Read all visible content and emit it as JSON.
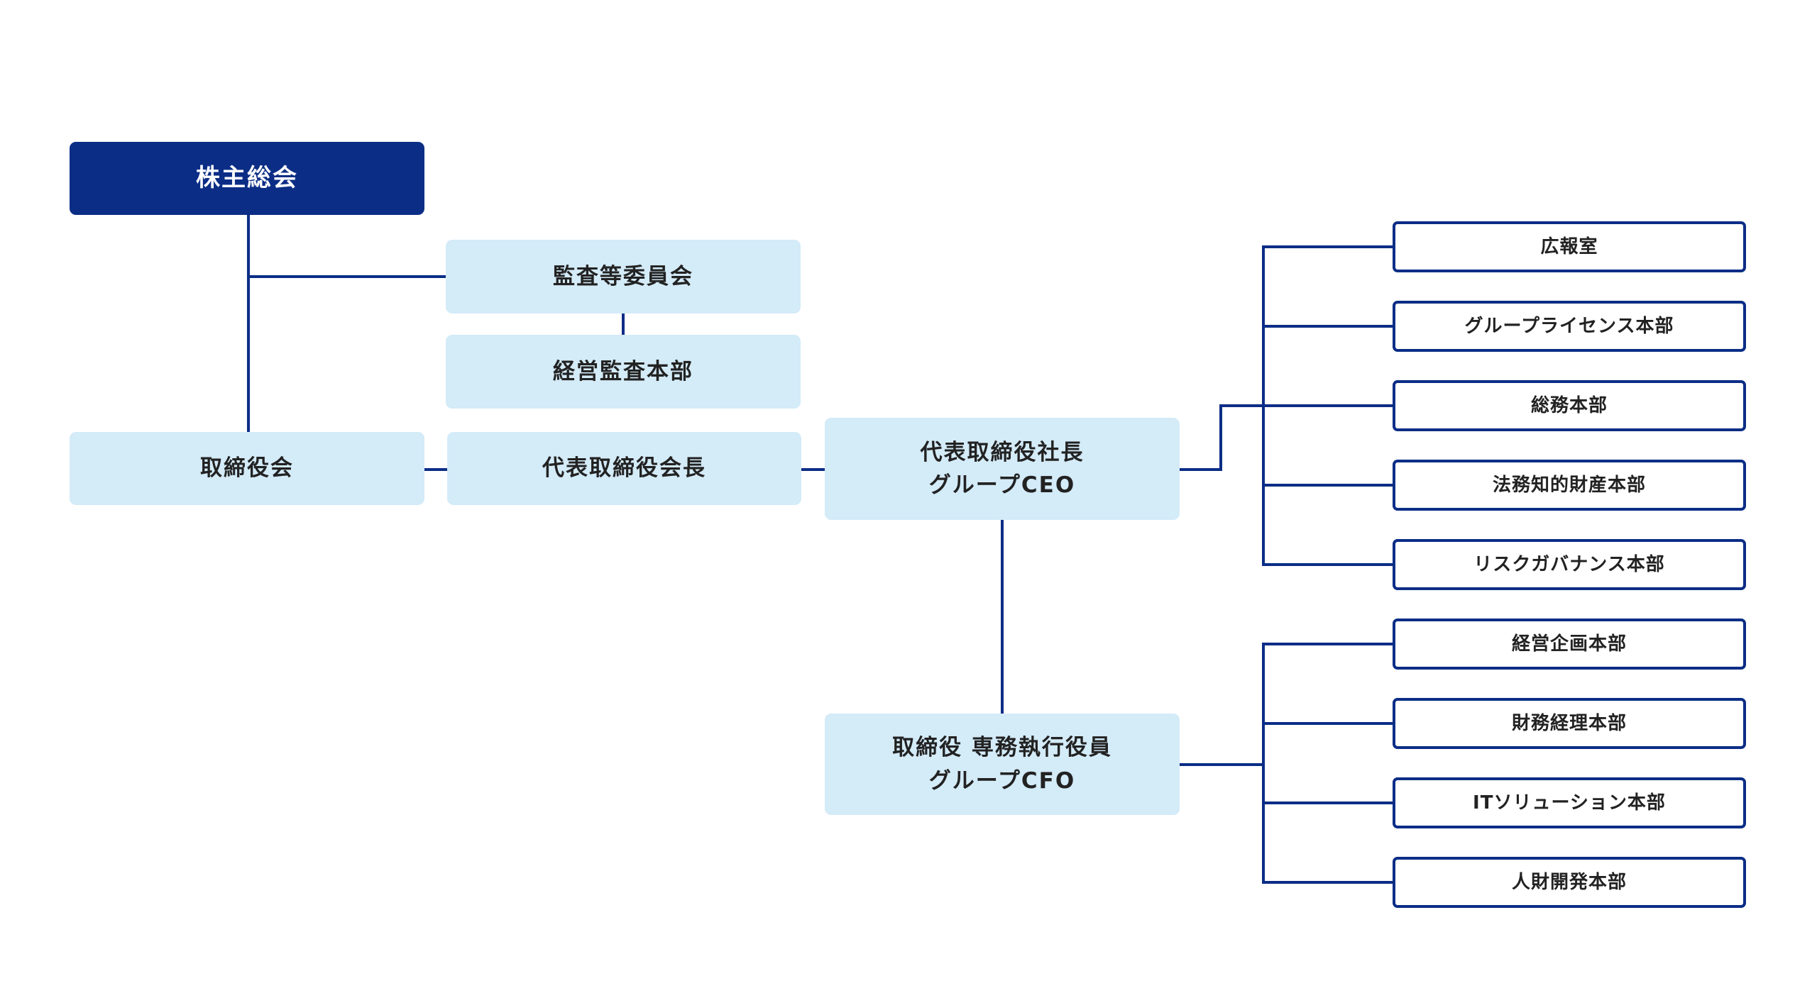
{
  "colors": {
    "primary": "#0b2d86",
    "light_box": "#d4ebf8",
    "text": "#222222",
    "connector": "#0b2d86"
  },
  "governance": {
    "shareholders_meeting": "株主総会",
    "audit_committee": "監査等委員会",
    "internal_audit": "経営監査本部",
    "board": "取締役会",
    "chairman": "代表取締役会長"
  },
  "executives": {
    "ceo": {
      "line1": "代表取締役社長",
      "line2": "グループCEO"
    },
    "cfo": {
      "line1": "取締役 専務執行役員",
      "line2": "グループCFO"
    }
  },
  "ceo_departments": [
    "広報室",
    "グループライセンス本部",
    "総務本部",
    "法務知的財産本部",
    "リスクガバナンス本部"
  ],
  "cfo_departments": [
    "経営企画本部",
    "財務経理本部",
    "ITソリューション本部",
    "人財開発本部"
  ]
}
